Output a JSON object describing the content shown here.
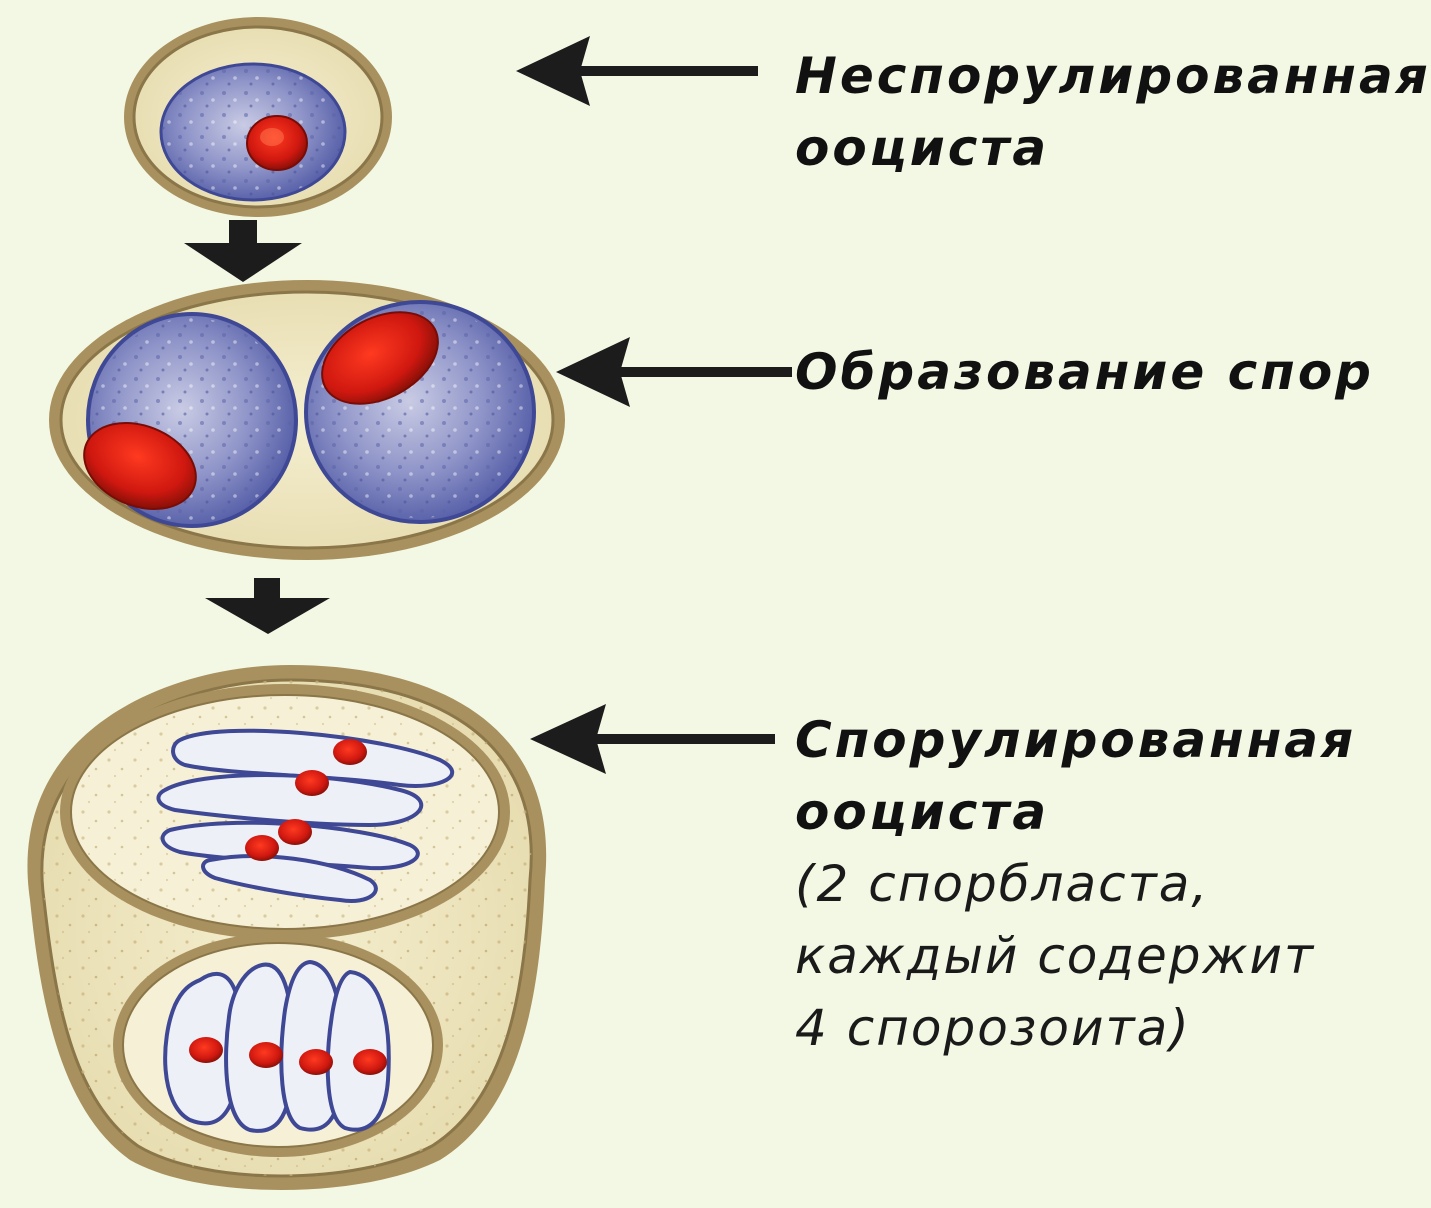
{
  "labels": {
    "unsporulated": {
      "line1": "Неспорулированная",
      "line2": "ооциста"
    },
    "spore_formation": {
      "line1": "Образование спор"
    },
    "sporulated": {
      "line1": "Спорулированная",
      "line2": "ооциста",
      "note1": "(2 спорбласта,",
      "note2": "каждый содержит",
      "note3": "4   спорозоита)"
    }
  },
  "colors": {
    "background": "#f3f8e4",
    "wall": "#a08a5a",
    "cytoplasm": "#f2ecc8",
    "sporont": "#6b73b5",
    "nucleus": "#d8241a",
    "arrow": "#1c1c1c"
  }
}
